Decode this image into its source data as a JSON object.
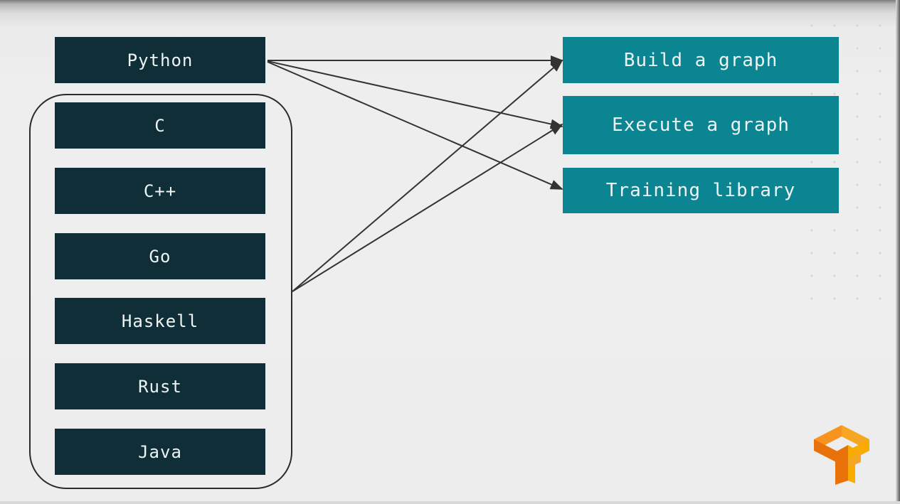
{
  "languages": {
    "primary": "Python",
    "others": [
      "C",
      "C++",
      "Go",
      "Haskell",
      "Rust",
      "Java"
    ]
  },
  "capabilities": [
    "Build a graph",
    "Execute a graph",
    "Training library"
  ],
  "links": [
    {
      "from": "Python",
      "to": "Build a graph"
    },
    {
      "from": "Python",
      "to": "Execute a graph"
    },
    {
      "from": "Python",
      "to": "Training library"
    },
    {
      "from": "others",
      "to": "Build a graph"
    },
    {
      "from": "others",
      "to": "Execute a graph"
    }
  ],
  "colors": {
    "language_box": "#0f2e38",
    "capability_box": "#0b8592",
    "arrow": "#333333",
    "logo_orange": "#f7931e"
  },
  "logo": {
    "icon": "tensorflow-logo"
  }
}
